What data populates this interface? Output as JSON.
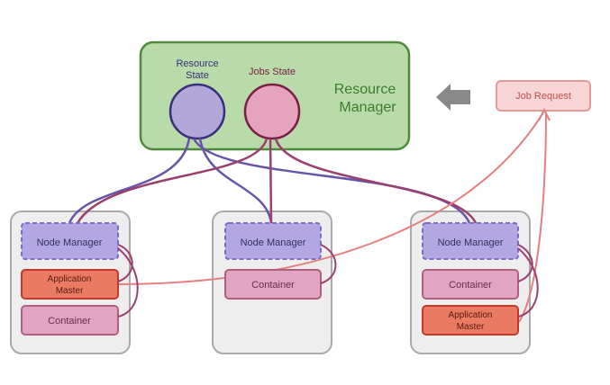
{
  "resource_manager": {
    "title_line1": "Resource",
    "title_line2": "Manager",
    "fill": "#b8dba9",
    "stroke": "#4f8a3c",
    "resource_state": {
      "line1": "Resource",
      "line2": "State",
      "fill": "#b2a7d9",
      "stroke": "#3a2e7e"
    },
    "jobs_state": {
      "label": "Jobs State",
      "fill": "#e6a3bd",
      "stroke": "#7b1e44"
    }
  },
  "job_request": {
    "label": "Job Request",
    "fill": "#f9d5d5",
    "stroke": "#e59a9a"
  },
  "colors": {
    "node_box_fill": "#eeeeee",
    "node_box_stroke": "#aaaaaa",
    "node_manager_fill": "#b2a7e3",
    "node_manager_stroke": "#7c6cc4",
    "container_fill": "#e2a4c4",
    "container_stroke": "#b0607f",
    "app_master_fill": "#ea7a62",
    "app_master_stroke": "#c23b2a",
    "purple_line": "#6654a8",
    "magenta_line": "#9b3f6e",
    "red_line": "#e57f7f",
    "arrow": "#888888"
  },
  "nodes": [
    {
      "node_manager": "Node Manager",
      "components": [
        {
          "type": "app_master",
          "line1": "Application",
          "line2": "Master"
        },
        {
          "type": "container",
          "line1": "Container",
          "line2": ""
        }
      ]
    },
    {
      "node_manager": "Node Manager",
      "components": [
        {
          "type": "container",
          "line1": "Container",
          "line2": ""
        }
      ]
    },
    {
      "node_manager": "Node Manager",
      "components": [
        {
          "type": "container",
          "line1": "Container",
          "line2": ""
        },
        {
          "type": "app_master",
          "line1": "Application",
          "line2": "Master"
        }
      ]
    }
  ]
}
